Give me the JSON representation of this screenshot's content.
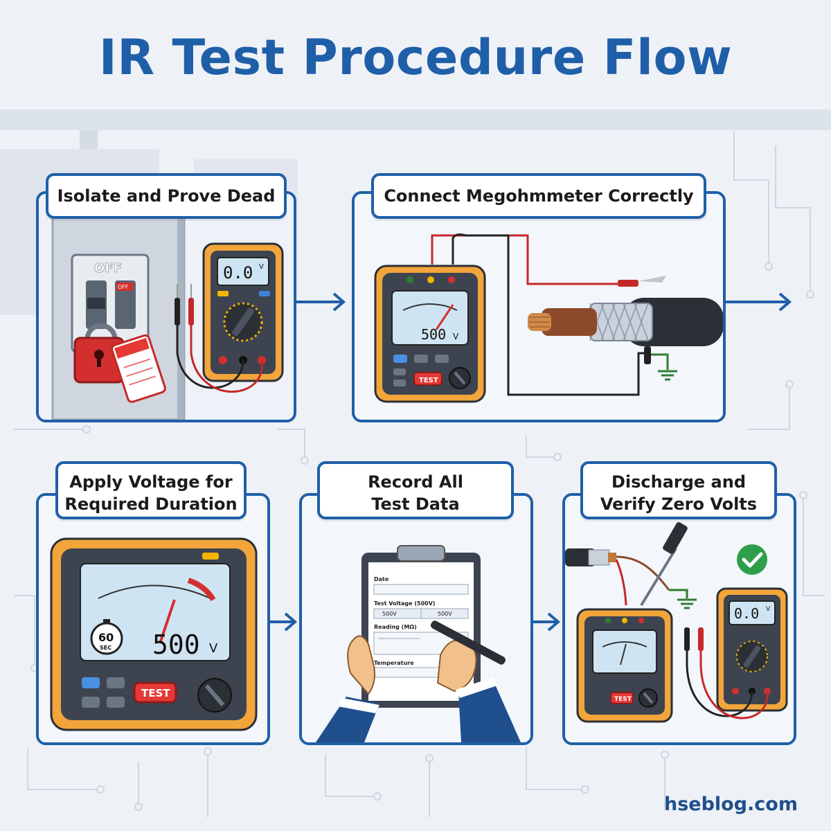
{
  "title": "IR Test Procedure Flow",
  "brand": "hseblog.com",
  "steps": [
    {
      "label": "Isolate and Prove Dead",
      "switch_label": "OFF",
      "switch_tag": "OFF",
      "meter_reading": "0.0",
      "meter_unit": "V"
    },
    {
      "label": "Connect Megohmmeter Correctly",
      "meter_reading": "500",
      "meter_unit": "V",
      "button": "TEST"
    },
    {
      "label_lines": [
        "Apply Voltage for",
        "Required Duration"
      ],
      "timer_value": "60",
      "timer_unit": "SEC",
      "meter_reading": "500",
      "meter_unit": "V",
      "button": "TEST"
    },
    {
      "label_lines": [
        "Record All",
        "Test Data"
      ],
      "form": {
        "date_label": "Date",
        "voltage_label": "Test Voltage (500V)",
        "voltage_cells": [
          "500V",
          "500V"
        ],
        "reading_label": "Reading (MΩ)",
        "temperature_label": "Temperature"
      }
    },
    {
      "label_lines": [
        "Discharge and",
        "Verify Zero Volts"
      ],
      "button": "TEST",
      "meter_reading": "0.0",
      "meter_unit": "V"
    }
  ]
}
